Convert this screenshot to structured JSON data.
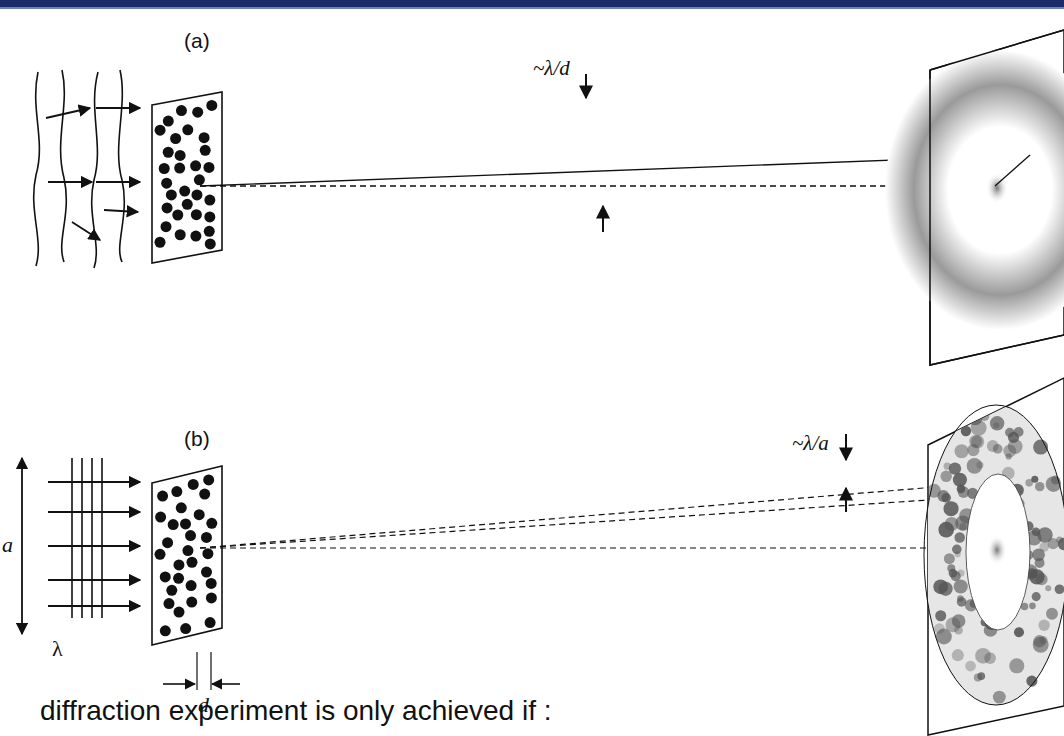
{
  "diagram": {
    "labels": [
      "(a)",
      "~λ/d",
      "(b)",
      "~λ/a",
      "a",
      "λ",
      "d",
      "diffraction experiment is only achieved if :"
    ]
  }
}
